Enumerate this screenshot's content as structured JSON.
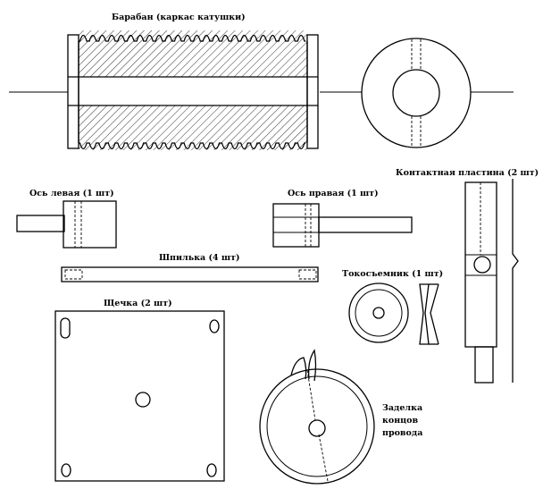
{
  "labels": {
    "drum": "Барабан (каркас катушки)",
    "contact_plate": "Контактная пластина (2 шт)",
    "axle_left": "Ось левая (1 шт)",
    "axle_right": "Ось правая (1 шт)",
    "stud": "Шпилька (4 шт)",
    "current_collector": "Токосъемник (1 шт)",
    "cheek": "Щечка (2 шт)",
    "wire_end_line1": "Заделка",
    "wire_end_line2": "концов",
    "wire_end_line3": "провода"
  },
  "colors": {
    "ink": "#000000",
    "paper": "#ffffff"
  }
}
